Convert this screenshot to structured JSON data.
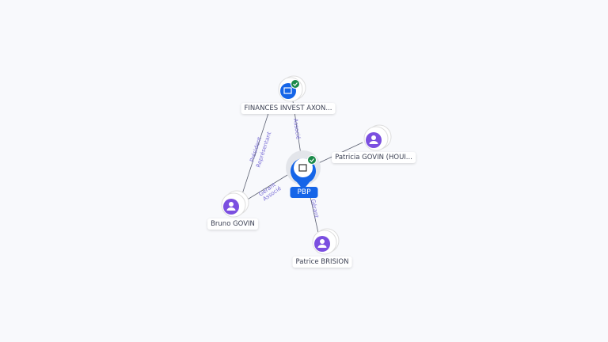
{
  "center": {
    "label": "PBP",
    "verified": true,
    "icon": "building-icon",
    "color": "#1565e8"
  },
  "nodes": [
    {
      "id": "finances",
      "label": "FINANCES INVEST AXON...",
      "type": "company",
      "verified": true,
      "icon": "building-icon"
    },
    {
      "id": "patricia",
      "label": "Patricia GOVIN (HOUI...",
      "type": "person",
      "icon": "person-icon"
    },
    {
      "id": "bruno",
      "label": "Bruno GOVIN",
      "type": "person",
      "icon": "person-icon"
    },
    {
      "id": "patrice",
      "label": "Patrice BRISION",
      "type": "person",
      "icon": "person-icon"
    }
  ],
  "edges": [
    {
      "from": "finances",
      "to": "center",
      "labels": [
        "Associé"
      ]
    },
    {
      "from": "finances",
      "to": "bruno",
      "labels": [
        "Président",
        "Représentant"
      ]
    },
    {
      "from": "bruno",
      "to": "center",
      "labels": [
        "Gérant",
        "Associé"
      ]
    },
    {
      "from": "center",
      "to": "patrice",
      "labels": [
        "Gérant"
      ]
    },
    {
      "from": "patricia",
      "to": "center",
      "labels": []
    }
  ],
  "colors": {
    "person": "#7b4fe0",
    "company": "#1565e8",
    "verified": "#1b8a4a",
    "edge_label": "#7b6fd6"
  }
}
